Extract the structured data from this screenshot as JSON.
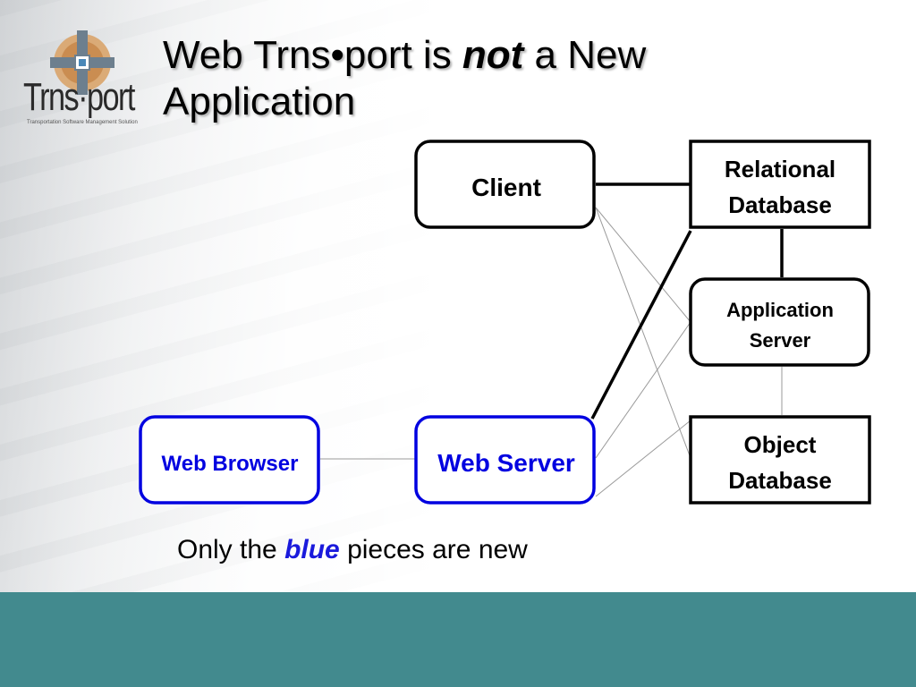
{
  "logo": {
    "text": "Trns·port",
    "subtitle": "Transportation Software Management Solution"
  },
  "title": {
    "line1_prefix": "Web Trns•port is ",
    "line1_emphasis": "not",
    "line1_suffix": " a New",
    "line2": "Application"
  },
  "nodes": {
    "client": "Client",
    "relational_db_line1": "Relational",
    "relational_db_line2": "Database",
    "app_server_line1": "Application",
    "app_server_line2": "Server",
    "object_db_line1": "Object",
    "object_db_line2": "Database",
    "web_browser": "Web Browser",
    "web_server": "Web Server"
  },
  "caption": {
    "prefix": "Only the ",
    "emphasis": "blue",
    "suffix": " pieces are new"
  },
  "colors": {
    "new_component": "#0000e0",
    "existing_component": "#000000",
    "footer_band": "#428a8e"
  }
}
